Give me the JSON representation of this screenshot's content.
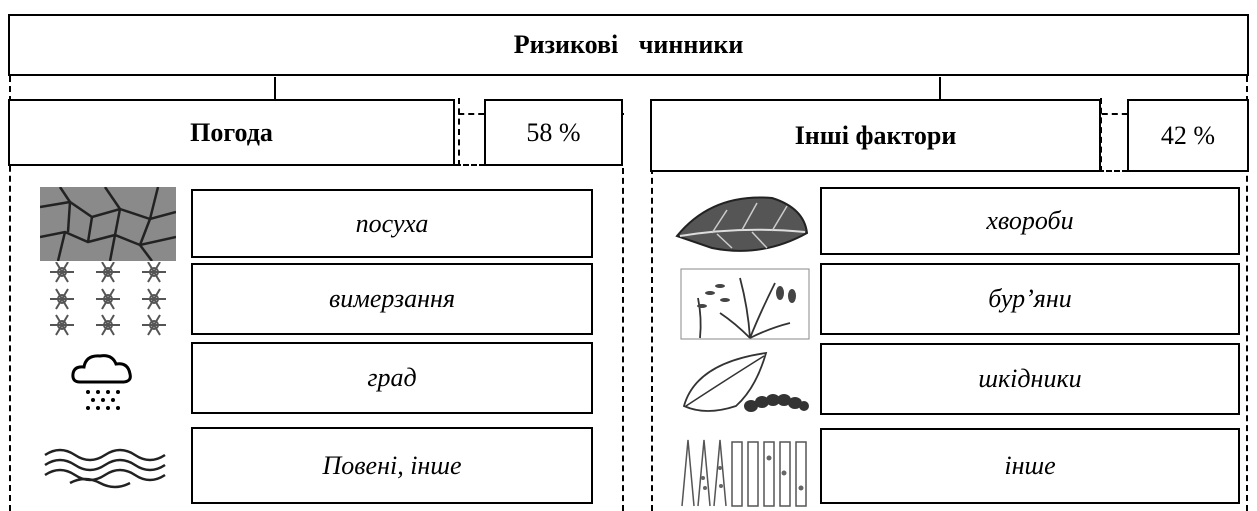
{
  "title": "Ризикові   чинники",
  "weather": {
    "label": "Погода",
    "share": "58 %",
    "items": [
      "посуха",
      "вимерзання",
      "град",
      "Повені, інше"
    ]
  },
  "other": {
    "label": "Інші фактори",
    "share": "42 %",
    "items": [
      "хвороби",
      "бур’яни",
      "шкідники",
      "інше"
    ]
  },
  "icons": {
    "weather": [
      "cracked-earth-icon",
      "snowflakes-icon",
      "hail-cloud-icon",
      "waves-icon"
    ],
    "other": [
      "diseased-leaf-icon",
      "weeds-icon",
      "pest-caterpillar-icon",
      "damaged-stems-icon"
    ]
  }
}
